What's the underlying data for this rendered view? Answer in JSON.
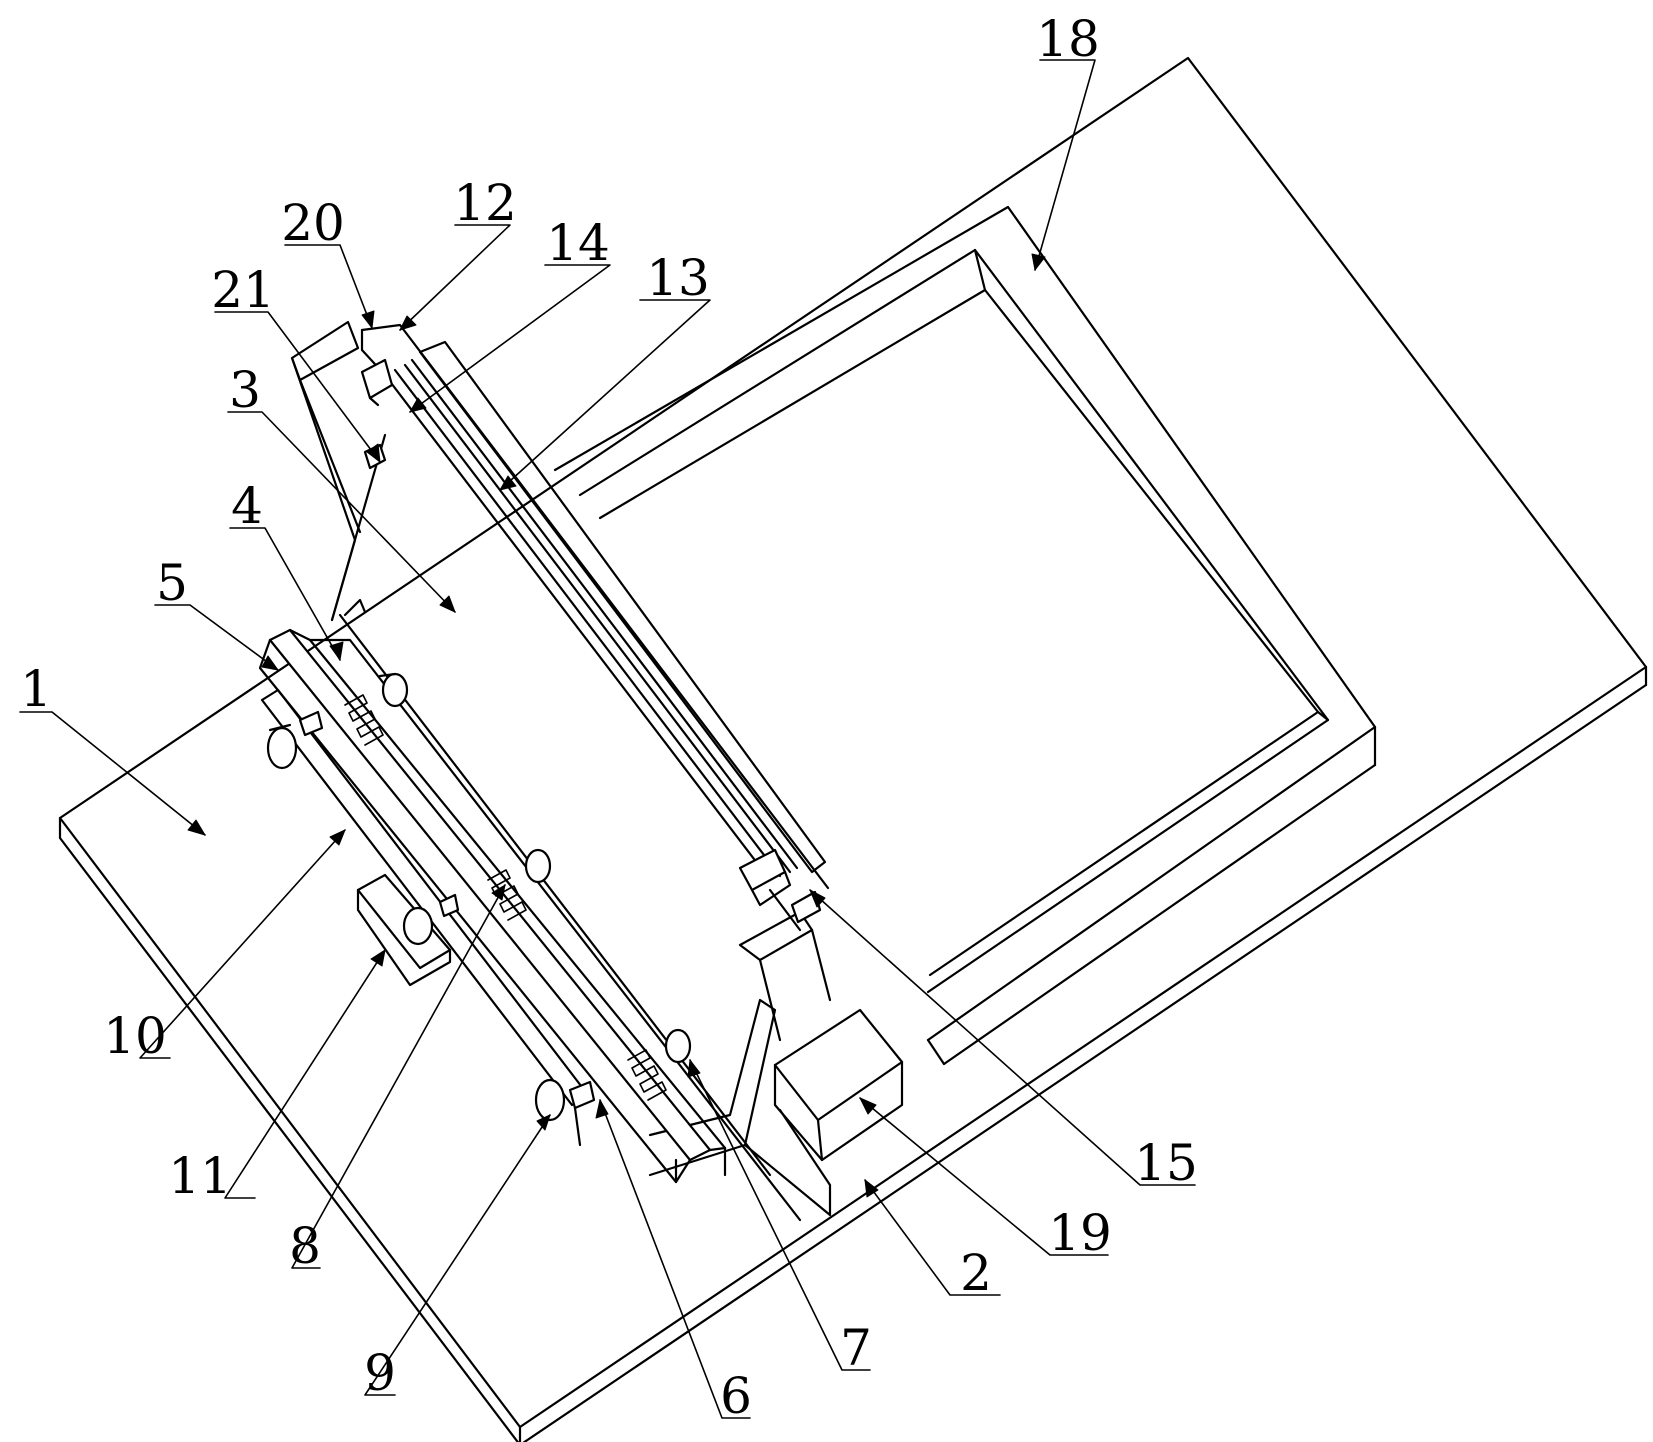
{
  "callouts": {
    "c1": "1",
    "c2": "2",
    "c3": "3",
    "c4": "4",
    "c5": "5",
    "c6": "6",
    "c7": "7",
    "c8": "8",
    "c9": "9",
    "c10": "10",
    "c11": "11",
    "c12": "12",
    "c13": "13",
    "c14": "14",
    "c15": "15",
    "c18": "18",
    "c19": "19",
    "c20": "20",
    "c21": "21"
  }
}
